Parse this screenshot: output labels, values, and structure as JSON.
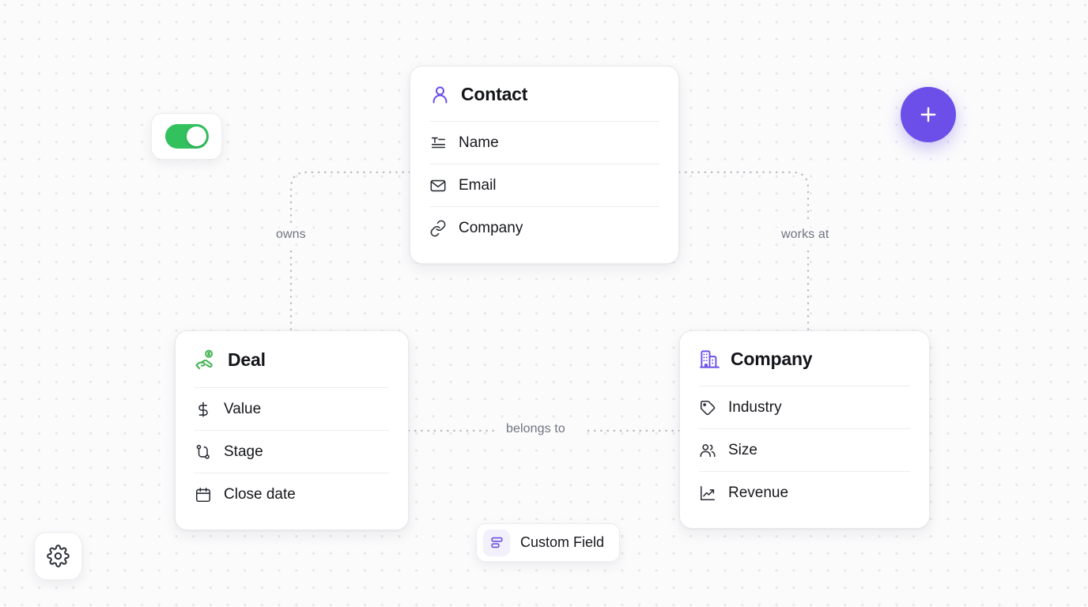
{
  "canvas": {
    "background_color": "#fbfbfc",
    "dot_color": "#e6e6ea",
    "accent_color": "#6c4fe8",
    "success_color": "#33c15e",
    "deal_icon_color": "#45b552"
  },
  "controls": {
    "toggle": {
      "name": "visibility-toggle",
      "state": "on"
    },
    "add_button": {
      "label": "+",
      "icon": "plus-icon"
    },
    "settings_button": {
      "icon": "gear-icon"
    }
  },
  "cards": [
    {
      "id": "contact",
      "title": "Contact",
      "icon": "user-icon",
      "icon_color": "#6c4fe8",
      "rows": [
        {
          "label": "Name",
          "icon": "text-lines-icon"
        },
        {
          "label": "Email",
          "icon": "envelope-icon"
        },
        {
          "label": "Company",
          "icon": "link-icon"
        }
      ]
    },
    {
      "id": "deal",
      "title": "Deal",
      "icon": "hand-coins-icon",
      "icon_color": "#45b552",
      "rows": [
        {
          "label": "Value",
          "icon": "dollar-sign-icon"
        },
        {
          "label": "Stage",
          "icon": "route-icon"
        },
        {
          "label": "Close date",
          "icon": "calendar-icon"
        }
      ]
    },
    {
      "id": "company",
      "title": "Company",
      "icon": "building-icon",
      "icon_color": "#6c4fe8",
      "rows": [
        {
          "label": "Industry",
          "icon": "tag-icon"
        },
        {
          "label": "Size",
          "icon": "users-icon"
        },
        {
          "label": "Revenue",
          "icon": "trending-up-icon"
        }
      ]
    }
  ],
  "connectors": [
    {
      "id": "owns",
      "label": "owns",
      "from": "contact",
      "to": "deal"
    },
    {
      "id": "works-at",
      "label": "works at",
      "from": "contact",
      "to": "company"
    },
    {
      "id": "belongs-to",
      "label": "belongs to",
      "from": "deal",
      "to": "company"
    }
  ],
  "custom_field": {
    "label": "Custom Field",
    "icon": "rows-icon"
  }
}
